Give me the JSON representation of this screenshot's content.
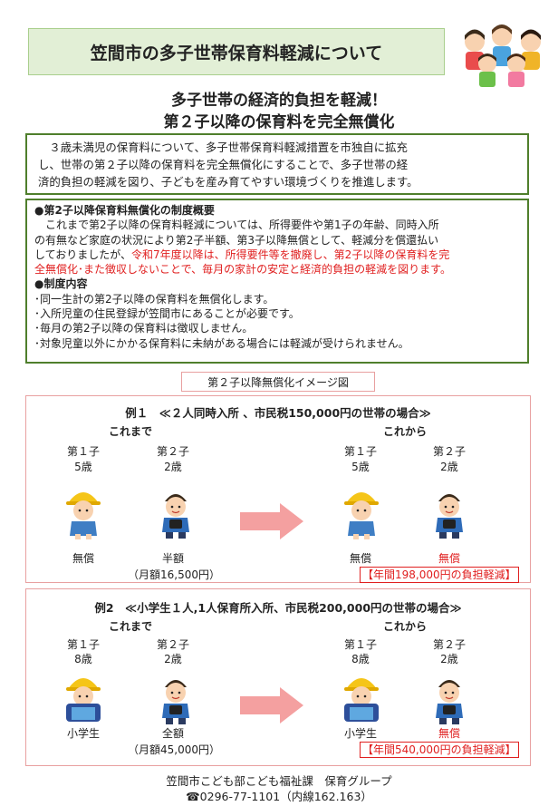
{
  "header": {
    "title": "笠間市の多子世帯保育料軽減について",
    "headline_1": "多子世帯の経済的負担を軽減！",
    "headline_2": "第２子以降の保育料を完全無償化"
  },
  "intro": {
    "line_1": "　３歳未満児の保育料について、多子世帯保育料軽減措置を市独自に拡充",
    "line_2": "し、世帯の第２子以降の保育料を完全無償化にすることで、多子世帯の経",
    "line_3": "済的負担の軽減を図り、子どもを産み育てやすい環境づくりを推進します。"
  },
  "overview": {
    "heading": "●第2子以降保育料無償化の制度概要",
    "line_1": "　これまで第2子以降の保育料軽減については、所得要件や第1子の年齢、同時入所",
    "line_2": "の有無など家庭の状況により第2子半額、第3子以降無償として、軽減分を償還払い",
    "line_3a": "しておりましたが、",
    "line_3b": "令和7年度以降は、所得要件等を撤廃し、第2子以降の保育料を完",
    "line_4": "全無償化･また徴収しないことで、毎月の家計の安定と経済的負担の軽減を図ります。",
    "content_heading": "●制度内容",
    "items": [
      "･同一生計の第2子以降の保育料を無償化します。",
      "･入所児童の住民登録が笠間市にあることが必要です。",
      "･毎月の第2子以降の保育料は徴収しません。",
      "･対象児童以外にかかる保育料に未納がある場合には軽減が受けられません。"
    ]
  },
  "image_caption": "第２子以降無償化イメージ図",
  "example_1": {
    "title": "例１　≪２人同時入所 、市民税150,000円の世帯の場合≫",
    "before_label": "これまで",
    "after_label": "これから",
    "first_child": "第１子",
    "second_child": "第２子",
    "first_age": "5歳",
    "second_age": "2歳",
    "before_first_fee": "無償",
    "before_second_fee": "半額",
    "before_monthly": "（月額16,500円）",
    "after_first_fee": "無償",
    "after_second_fee": "無償",
    "saving": "【年間198,000円の負担軽減】"
  },
  "example_2": {
    "title": "例2　≪小学生１人,1人保育所入所、市民税200,000円の世帯の場合≫",
    "before_label": "これまで",
    "after_label": "これから",
    "first_child": "第１子",
    "second_child": "第２子",
    "first_age": "8歳",
    "second_age": "2歳",
    "before_first_fee": "小学生",
    "before_second_fee": "全額",
    "before_monthly": "（月額45,000円）",
    "after_first_fee": "小学生",
    "after_second_fee": "無償",
    "saving": "【年間540,000円の負担軽減】"
  },
  "footer": {
    "department": "笠間市こども部こども福祉課　保育グループ",
    "phone": "☎0296-77-1101（内線162.163）"
  },
  "colors": {
    "banner_bg": "#e2efd6",
    "box_border": "#4f7f2c",
    "example_border": "#e8a0a0",
    "highlight_red": "#e02020",
    "arrow_pink": "#f4a0a0"
  }
}
